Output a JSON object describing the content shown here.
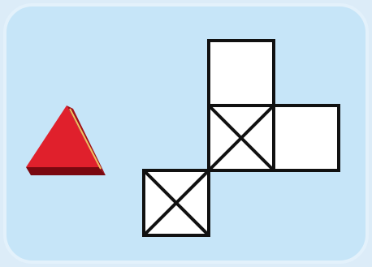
{
  "colors": {
    "outer_background": "#dcecf8",
    "panel_fill": "#c6e5f8",
    "triangle_face": "#e0202c",
    "triangle_side": "#a0101a",
    "triangle_dark": "#7a0810",
    "triangle_edge_highlight": "#f0c060",
    "square_fill": "#ffffff",
    "square_stroke": "#111111"
  },
  "figure": {
    "solid_shape": "triangular-prism",
    "net_shape": "cube-net",
    "net_squares": [
      {
        "name": "net-square-top",
        "crossed": false
      },
      {
        "name": "net-square-middle",
        "crossed": true
      },
      {
        "name": "net-square-right",
        "crossed": false
      },
      {
        "name": "net-square-bottom",
        "crossed": true
      }
    ]
  }
}
